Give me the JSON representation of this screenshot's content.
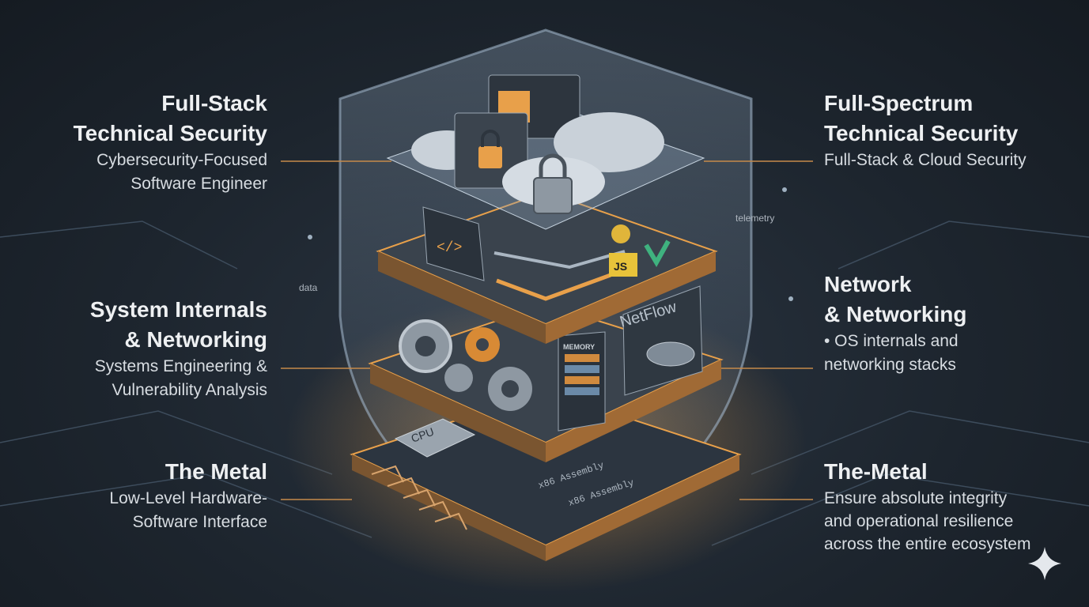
{
  "left": [
    {
      "title": [
        "Full-Stack",
        "Technical Security"
      ],
      "subtitle": [
        "Cybersecurity-Focused",
        "Software Engineer"
      ]
    },
    {
      "title": [
        "System Internals",
        "& Networking"
      ],
      "subtitle": [
        "Systems Engineering &",
        "Vulnerability Analysis"
      ]
    },
    {
      "title": [
        "The Metal"
      ],
      "subtitle": [
        "Low-Level Hardware-",
        "Software Interface"
      ]
    }
  ],
  "right": [
    {
      "title": [
        "Full-Spectrum",
        "Technical Security"
      ],
      "subtitle": [
        "Full-Stack & Cloud Security"
      ]
    },
    {
      "title": [
        "Network",
        "& Networking"
      ],
      "subtitle": [
        "• OS internals and",
        "networking stacks"
      ]
    },
    {
      "title": [
        "The-Metal"
      ],
      "subtitle": [
        "Ensure absolute integrity",
        "and operational resilience",
        "across the entire ecosystem"
      ]
    }
  ],
  "annotations": {
    "telemetry": "telemetry",
    "data": "data"
  },
  "diagram": {
    "cpu": "CPU",
    "netflow": "NetFlow",
    "memory": "MEMORY",
    "asm1": "x86 Assembly",
    "asm2": "x86 Assembly",
    "js": "JS",
    "code": "</>"
  },
  "colors": {
    "accent": "#e8a04a",
    "background": "#1b232c",
    "text": "#eef0f2"
  }
}
